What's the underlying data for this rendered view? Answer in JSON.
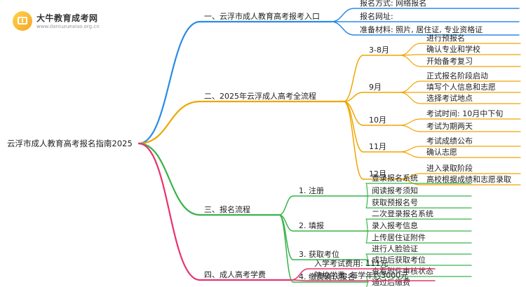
{
  "logo": {
    "name": "大牛教育成考网",
    "url": "www.daniuzueaiao.org.cn"
  },
  "mindmap": {
    "root": "云浮市成人教育高考报名指南2025",
    "branches": [
      {
        "label": "一、云浮市成人教育高考报考入口",
        "color": "#2b8be6",
        "children": [
          {
            "label": "报名方式: 网络报名"
          },
          {
            "label": "报名网址:"
          },
          {
            "label": "准备材料: 照片, 居住证, 专业资格证"
          }
        ]
      },
      {
        "label": "二、2025年云浮成人高考全流程",
        "color": "#f0a500",
        "children": [
          {
            "label": "3-8月",
            "children": [
              {
                "label": "进行预报名"
              },
              {
                "label": "确认专业和学校"
              },
              {
                "label": "开始备考复习"
              }
            ]
          },
          {
            "label": "9月",
            "children": [
              {
                "label": "正式报名阶段启动"
              },
              {
                "label": "填写个人信息和志愿"
              },
              {
                "label": "选择考试地点"
              }
            ]
          },
          {
            "label": "10月",
            "children": [
              {
                "label": "考试时间: 10月中下旬"
              },
              {
                "label": "考试为期两天"
              }
            ]
          },
          {
            "label": "11月",
            "children": [
              {
                "label": "考试成绩公布"
              },
              {
                "label": "确认志愿"
              }
            ]
          },
          {
            "label": "12月",
            "children": [
              {
                "label": "进入录取阶段"
              },
              {
                "label": "高校根据成绩和志愿录取"
              }
            ]
          }
        ]
      },
      {
        "label": "三、报名流程",
        "color": "#37b34a",
        "children": [
          {
            "label": "1. 注册",
            "children": [
              {
                "label": "登录报名系统"
              },
              {
                "label": "阅读报考须知"
              },
              {
                "label": "获取预报名号"
              }
            ]
          },
          {
            "label": "2. 填报",
            "children": [
              {
                "label": "二次登录报名系统"
              },
              {
                "label": "录入报考信息"
              },
              {
                "label": "上传居住证附件"
              }
            ]
          },
          {
            "label": "3. 获取考位",
            "children": [
              {
                "label": "进行人脸验证"
              },
              {
                "label": "成功后获取考位"
              }
            ]
          },
          {
            "label": "4. 缴费确认报名",
            "children": [
              {
                "label": "查看附件审核状态"
              },
              {
                "label": "通过后缴费"
              }
            ]
          }
        ]
      },
      {
        "label": "四、成人高考学费",
        "color": "#e8336d",
        "children": [
          {
            "label": "入学考试费用: 111元"
          },
          {
            "label": "院校学费: 每学年约3000元"
          }
        ]
      }
    ]
  }
}
